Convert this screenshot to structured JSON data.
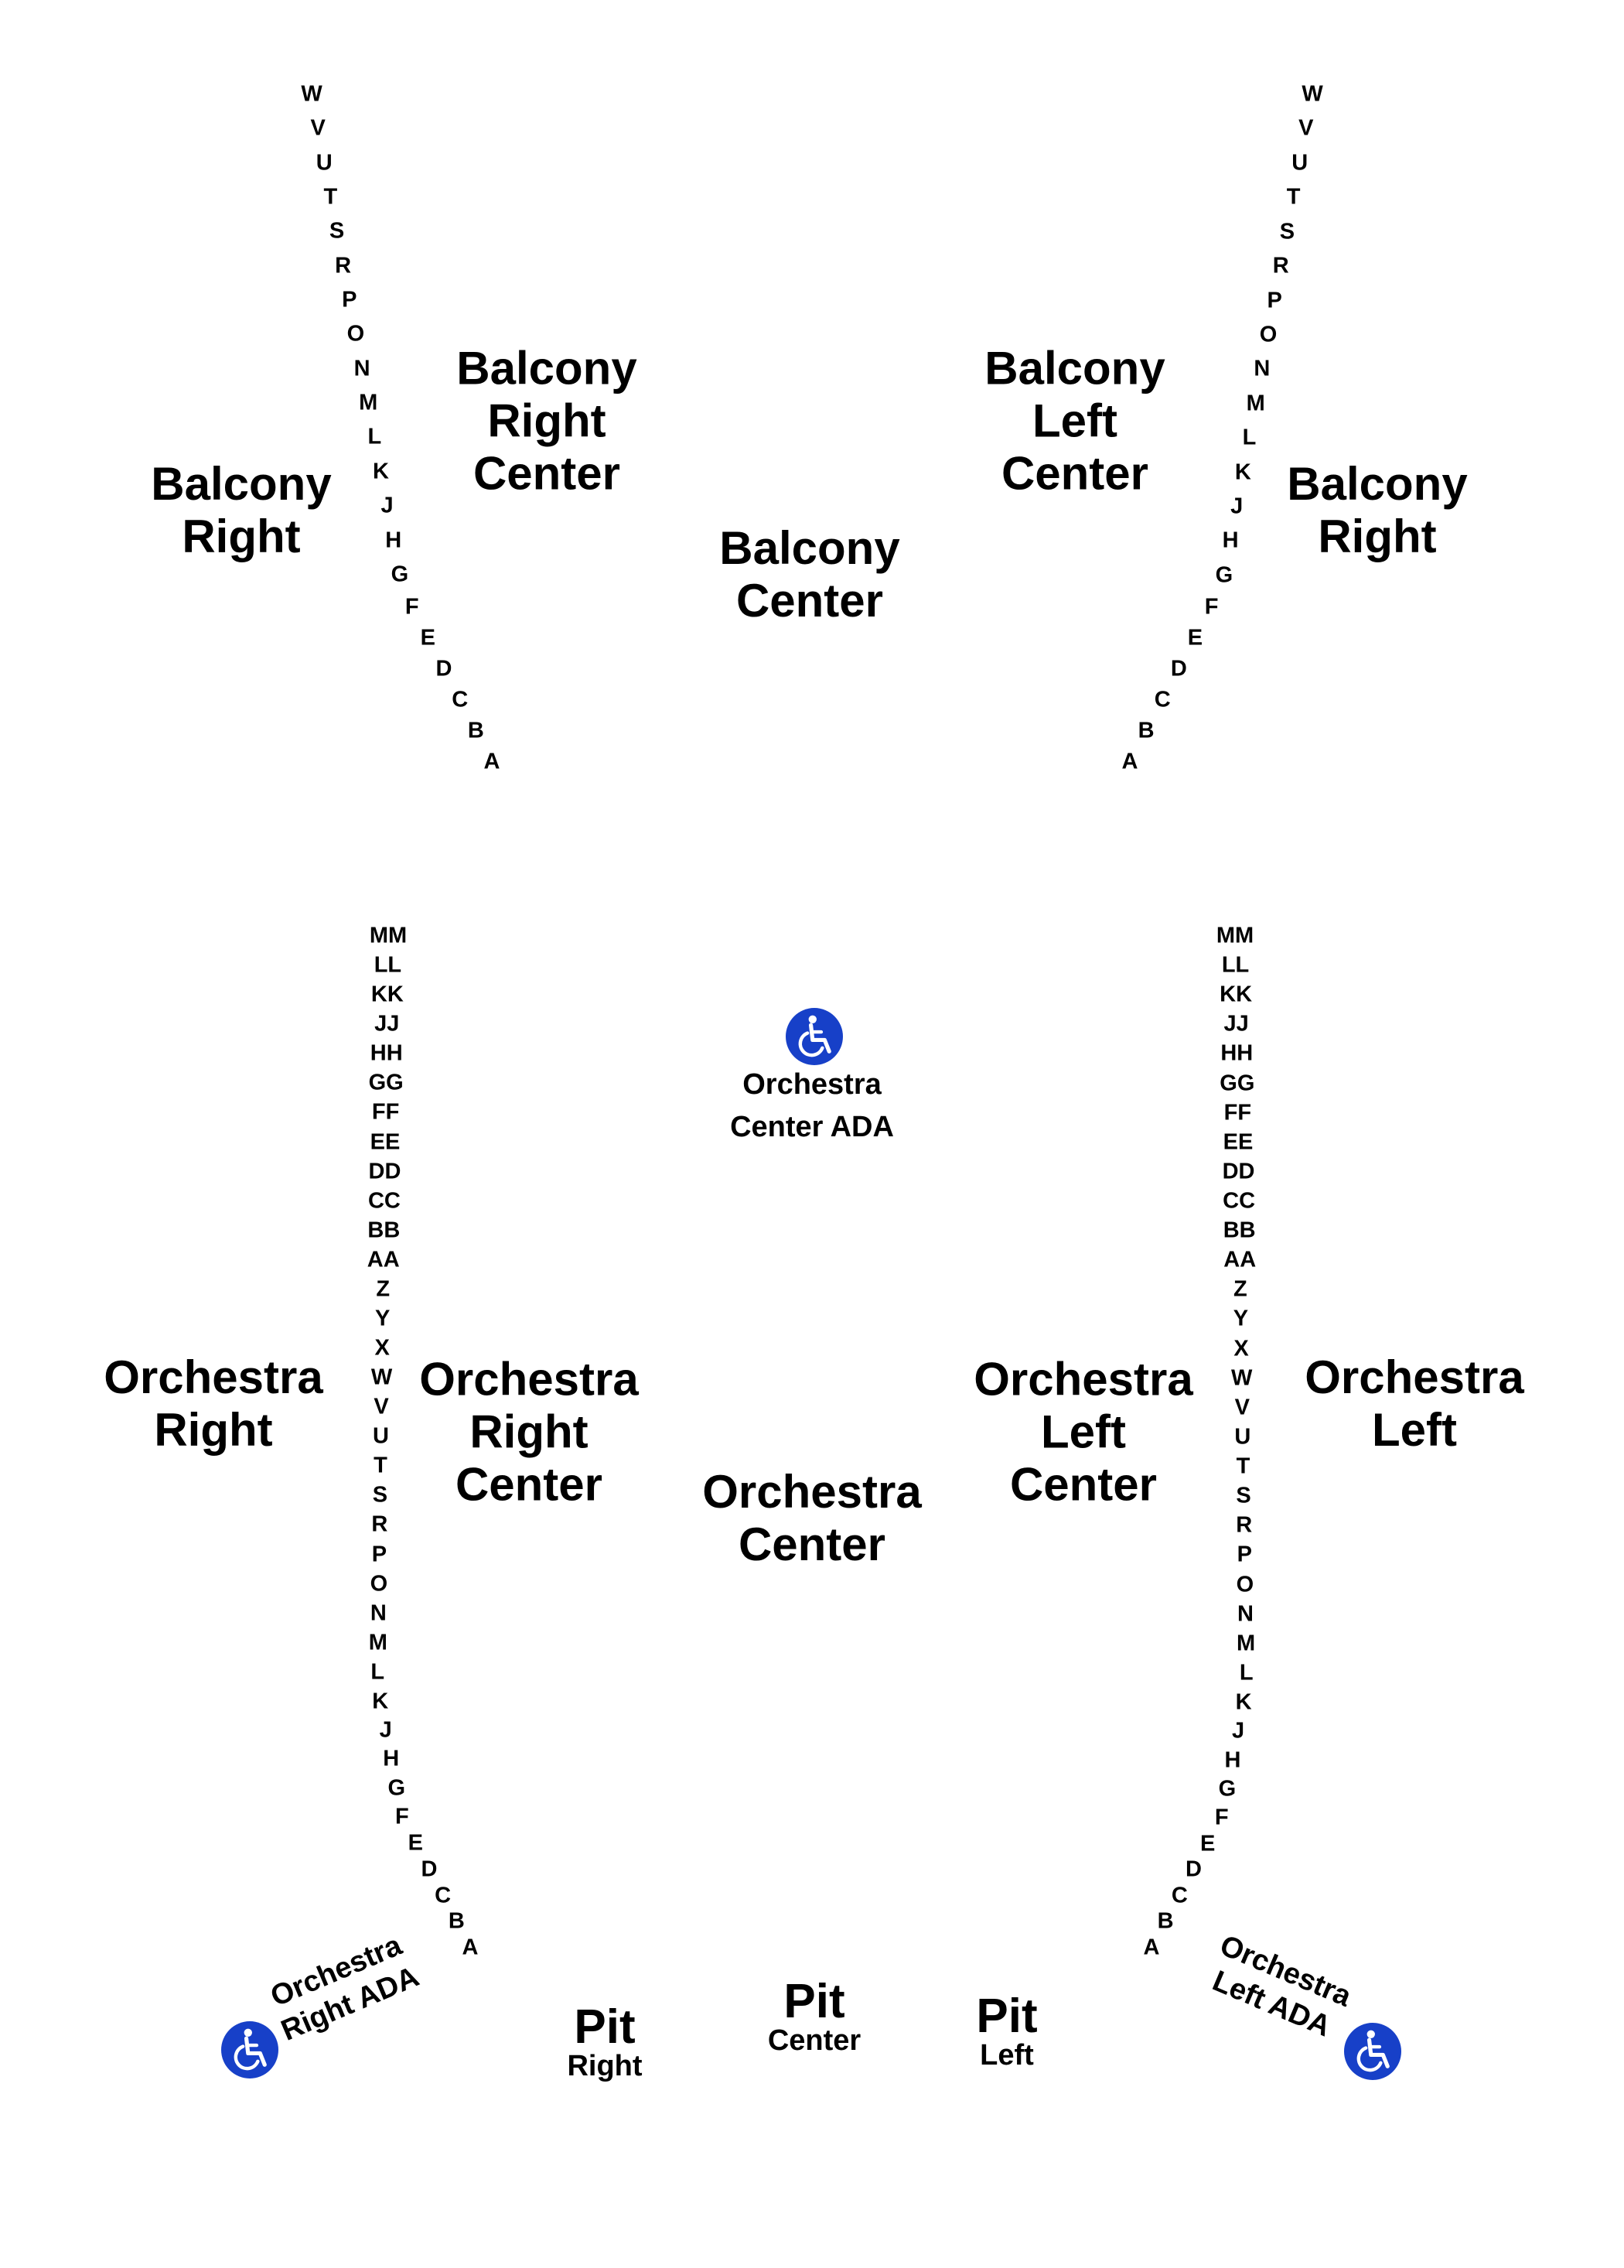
{
  "colors": {
    "text": "#000000",
    "ada_icon": "#1740c8",
    "background": "#ffffff"
  },
  "sections": {
    "balcony_right_left": [
      "Balcony",
      "Right"
    ],
    "balcony_right_center": [
      "Balcony",
      "Right",
      "Center"
    ],
    "balcony_center": [
      "Balcony",
      "Center"
    ],
    "balcony_left_center": [
      "Balcony",
      "Left",
      "Center"
    ],
    "balcony_right_right": [
      "Balcony",
      "Right"
    ],
    "orchestra_right": [
      "Orchestra",
      "Right"
    ],
    "orchestra_right_center": [
      "Orchestra",
      "Right",
      "Center"
    ],
    "orchestra_center": [
      "Orchestra",
      "Center"
    ],
    "orchestra_left_center": [
      "Orchestra",
      "Left",
      "Center"
    ],
    "orchestra_left": [
      "Orchestra",
      "Left"
    ]
  },
  "ada": {
    "orchestra_center_ada": [
      "Orchestra",
      "Center ADA"
    ],
    "orchestra_right_ada": [
      "Orchestra",
      "Right ADA"
    ],
    "orchestra_left_ada": [
      "Orchestra",
      "Left ADA"
    ],
    "icon": "wheelchair-icon"
  },
  "pit": {
    "right": {
      "big": "Pit",
      "small": "Right"
    },
    "center": {
      "big": "Pit",
      "small": "Center"
    },
    "left": {
      "big": "Pit",
      "small": "Left"
    }
  },
  "balcony_rows": [
    "W",
    "V",
    "U",
    "T",
    "S",
    "R",
    "P",
    "O",
    "N",
    "M",
    "L",
    "K",
    "J",
    "H",
    "G",
    "F",
    "E",
    "D",
    "C",
    "B",
    "A"
  ],
  "orchestra_rows": [
    "MM",
    "LL",
    "KK",
    "JJ",
    "HH",
    "GG",
    "FF",
    "EE",
    "DD",
    "CC",
    "BB",
    "AA",
    "Z",
    "Y",
    "X",
    "W",
    "V",
    "U",
    "T",
    "S",
    "R",
    "P",
    "O",
    "N",
    "M",
    "L",
    "K",
    "J",
    "H",
    "G",
    "F",
    "E",
    "D",
    "C",
    "B",
    "A"
  ]
}
